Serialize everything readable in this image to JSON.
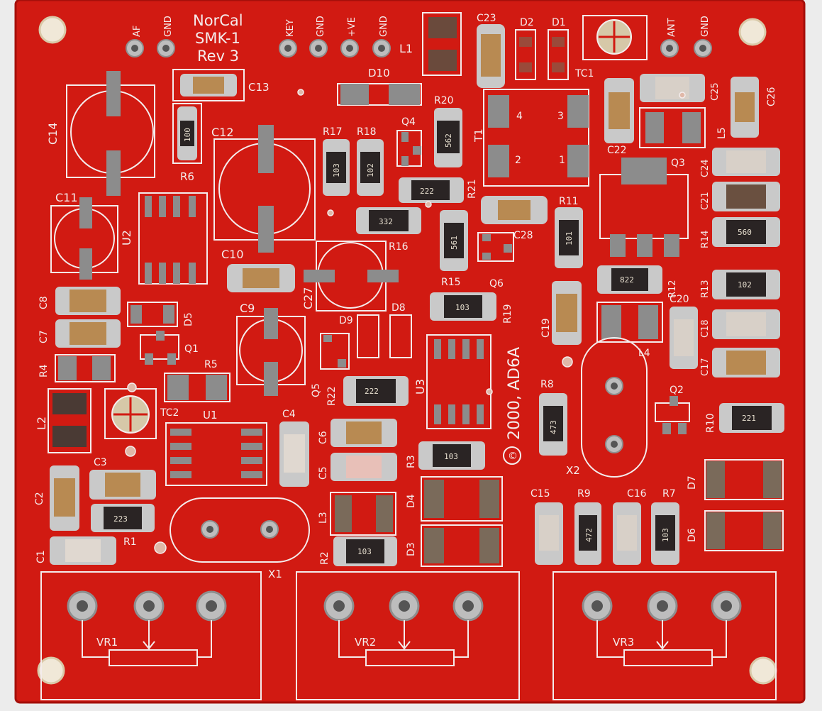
{
  "board": {
    "title_lines": [
      "NorCal",
      "SMK-1",
      "Rev 3"
    ],
    "copyright": "2000, AD6A",
    "copyright_symbol": "©",
    "colors": {
      "board": "#d11a12",
      "silk": "#f4ecec",
      "tin": "#c9c9c9",
      "copper": "#e9b3a0",
      "part_tan": "#b88a52"
    }
  },
  "connectors": [
    {
      "label": "AF"
    },
    {
      "label": "GND"
    },
    {
      "label": "KEY"
    },
    {
      "label": "GND"
    },
    {
      "label": "+VE"
    },
    {
      "label": "GND"
    },
    {
      "label": "ANT"
    },
    {
      "label": "GND"
    }
  ],
  "refdes": {
    "C14": "C14",
    "C13": "C13",
    "C12": "C12",
    "C11": "C11",
    "C10": "C10",
    "C9": "C9",
    "C8": "C8",
    "C7": "C7",
    "C6": "C6",
    "C5": "C5",
    "C4": "C4",
    "C3": "C3",
    "C2": "C2",
    "C1": "C1",
    "C15": "C15",
    "C16": "C16",
    "C17": "C17",
    "C18": "C18",
    "C19": "C19",
    "C20": "C20",
    "C21": "C21",
    "C22": "C22",
    "C23": "C23",
    "C24": "C24",
    "C25": "C25",
    "C26": "C26",
    "C27": "C27",
    "C28": "C28",
    "R1": "R1",
    "R2": "R2",
    "R3": "R3",
    "R4": "R4",
    "R5": "R5",
    "R6": "R6",
    "R7": "R7",
    "R8": "R8",
    "R9": "R9",
    "R10": "R10",
    "R11": "R11",
    "R12": "R12",
    "R13": "R13",
    "R14": "R14",
    "R15": "R15",
    "R16": "R16",
    "R17": "R17",
    "R18": "R18",
    "R19": "R19",
    "R20": "R20",
    "R21": "R21",
    "R22": "R22",
    "D1": "D1",
    "D2": "D2",
    "D3": "D3",
    "D4": "D4",
    "D5": "D5",
    "D6": "D6",
    "D7": "D7",
    "D8": "D8",
    "D9": "D9",
    "D10": "D10",
    "Q1": "Q1",
    "Q2": "Q2",
    "Q3": "Q3",
    "Q4": "Q4",
    "Q5": "Q5",
    "Q6": "Q6",
    "U1": "U1",
    "U2": "U2",
    "U3": "U3",
    "L1": "L1",
    "L2": "L2",
    "L3": "L3",
    "L4": "L4",
    "L5": "L5",
    "T1": "T1",
    "TC1": "TC1",
    "TC2": "TC2",
    "X1": "X1",
    "X2": "X2",
    "VR1": "VR1",
    "VR2": "VR2",
    "VR3": "VR3"
  },
  "t1_pins": [
    "4",
    "3",
    "2",
    "1"
  ],
  "part_codes": {
    "R6": "100",
    "R17": "103",
    "R18": "102",
    "R20": "562",
    "R21": "222",
    "R16": "332",
    "R15": "561",
    "R19": "103",
    "R11": "101",
    "R12": "822",
    "R14": "560",
    "R13": "102",
    "R8": "473",
    "R22": "222",
    "R3": "103",
    "R1": "223",
    "R2": "103",
    "R9": "472",
    "R7": "103",
    "R10": "221"
  }
}
